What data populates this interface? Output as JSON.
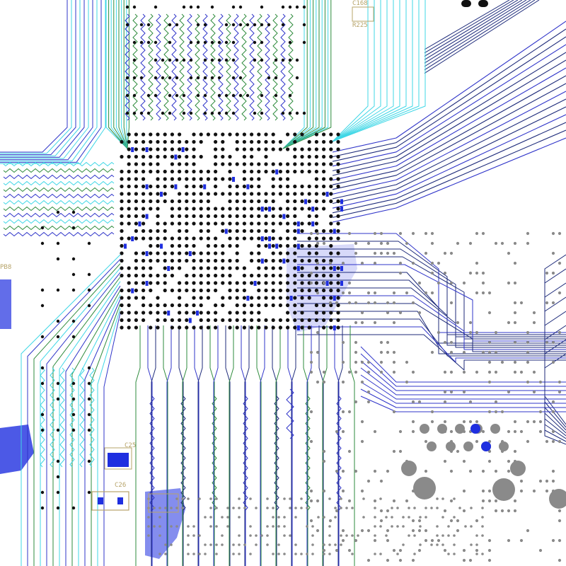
{
  "colors": {
    "background": "#ffffff",
    "trace_blue": "#2f34c9",
    "trace_navy": "#1d2a7a",
    "trace_green": "#2e8b3c",
    "trace_cyan": "#3fd7e6",
    "copper_fill": "#1f2fe0",
    "via_black": "#111111",
    "via_gray": "#8a8a8a",
    "silkscreen": "#b7a46a"
  },
  "silkscreen_labels": [
    "C168",
    "R225",
    "C26",
    "C25",
    "PB8"
  ],
  "icons": {
    "bga-pad": "filled-circle",
    "via": "small-circle",
    "mounting-hole": "large-gray-circle"
  }
}
